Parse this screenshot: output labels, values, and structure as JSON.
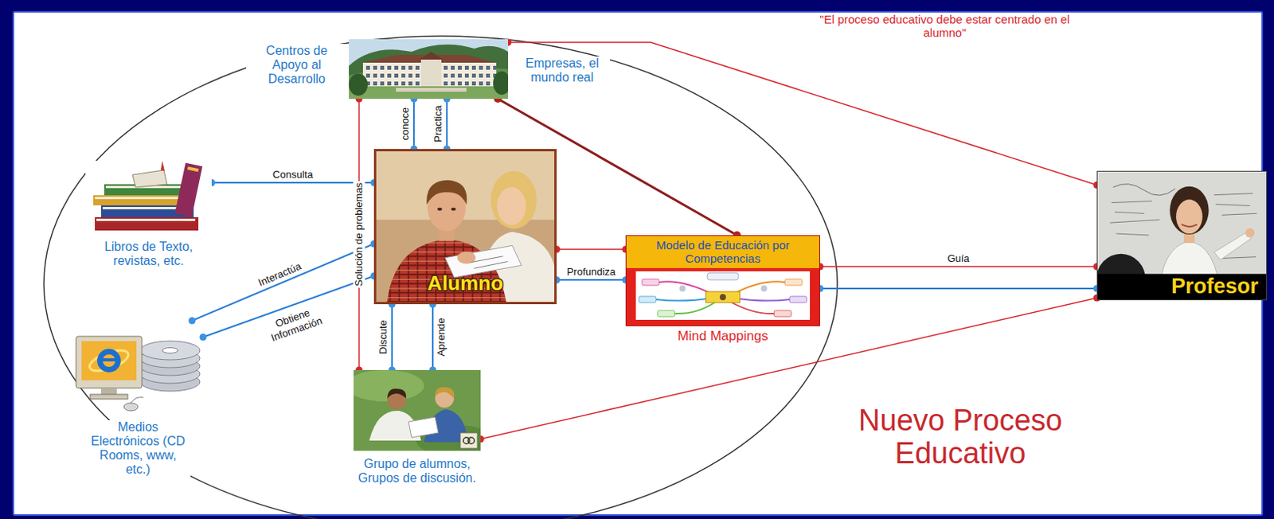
{
  "diagram": {
    "title": "Nuevo Proceso Educativo",
    "nodes": [
      {
        "text": [
          "Centros de Apoyo al Desarrollo",
          "Empresas, el mundo real"
        ]
      },
      {
        "text": [
          "Libros de Texto, revistas, etc."
        ]
      },
      {
        "text": [
          "Alumno"
        ]
      },
      {
        "text": [
          "Modelo de Educación por Competencias",
          "Mind Mappings"
        ]
      },
      {
        "text": [
          "Profesor"
        ]
      },
      {
        "text": [
          "Medios Electrónicos (CD Rooms, www, etc.)"
        ]
      },
      {
        "text": [
          "Grupo de alumnos, Grupos de discusión."
        ]
      }
    ],
    "edges": [
      {
        "from": 2,
        "to": 0,
        "label": "conoce",
        "arrow": "none"
      },
      {
        "from": 2,
        "to": 0,
        "label": "Practica",
        "arrow": "none"
      },
      {
        "from": 2,
        "to": 1,
        "label": "Consulta",
        "arrow": "none"
      },
      {
        "from": 2,
        "to": 5,
        "label": "Interactúa",
        "arrow": "none"
      },
      {
        "from": 2,
        "to": 5,
        "label": "Obtiene Información",
        "arrow": "none"
      },
      {
        "from": 0,
        "to": 6,
        "label": "Solución de problemas",
        "arrow": "none"
      },
      {
        "from": 2,
        "to": 6,
        "label": "Discute",
        "arrow": "none"
      },
      {
        "from": 2,
        "to": 6,
        "label": "Aprende",
        "arrow": "none"
      },
      {
        "from": 2,
        "to": 3,
        "label": "Profundiza",
        "arrow": "none"
      },
      {
        "from": 2,
        "to": 3,
        "arrow": "none"
      },
      {
        "from": 0,
        "to": 3,
        "arrow": "none"
      },
      {
        "from": 3,
        "to": 4,
        "label": "Guía",
        "arrow": "none"
      },
      {
        "from": 3,
        "to": 4,
        "arrow": "none"
      },
      {
        "from": 0,
        "to": 4,
        "arrow": "none"
      },
      {
        "from": 6,
        "to": 4,
        "arrow": "none"
      }
    ],
    "labels": [
      "\"El proceso educativo debe estar centrado en el alumno\""
    ]
  }
}
